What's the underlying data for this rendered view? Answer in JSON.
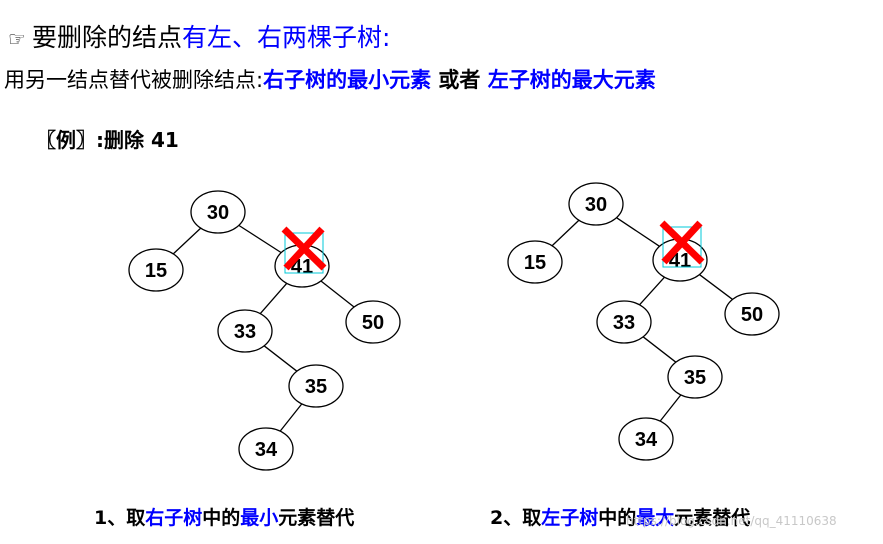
{
  "heading": {
    "pointer_icon": "☞",
    "black": "要删除的结点",
    "blue": "有左、右两棵子树:"
  },
  "subline": {
    "prefix": "用另一结点替代被删除结点:",
    "option1": "右子树的最小元素",
    "middle": " 或者 ",
    "option2": "左子树的最大元素"
  },
  "example": {
    "label": "〖例〗:删除 41"
  },
  "trees": [
    {
      "nodes": [
        {
          "id": "n30",
          "label": "30"
        },
        {
          "id": "n15",
          "label": "15"
        },
        {
          "id": "n41",
          "label": "41",
          "deleted": true
        },
        {
          "id": "n33",
          "label": "33"
        },
        {
          "id": "n50",
          "label": "50"
        },
        {
          "id": "n35",
          "label": "35"
        },
        {
          "id": "n34",
          "label": "34"
        }
      ],
      "edges": [
        [
          "n30",
          "n15"
        ],
        [
          "n30",
          "n41"
        ],
        [
          "n41",
          "n33"
        ],
        [
          "n41",
          "n50"
        ],
        [
          "n33",
          "n35"
        ],
        [
          "n35",
          "n34"
        ]
      ]
    },
    {
      "nodes": [
        {
          "id": "n30",
          "label": "30"
        },
        {
          "id": "n15",
          "label": "15"
        },
        {
          "id": "n41",
          "label": "41",
          "deleted": true
        },
        {
          "id": "n33",
          "label": "33"
        },
        {
          "id": "n50",
          "label": "50"
        },
        {
          "id": "n35",
          "label": "35"
        },
        {
          "id": "n34",
          "label": "34"
        }
      ],
      "edges": [
        [
          "n30",
          "n15"
        ],
        [
          "n30",
          "n41"
        ],
        [
          "n41",
          "n33"
        ],
        [
          "n41",
          "n50"
        ],
        [
          "n33",
          "n35"
        ],
        [
          "n35",
          "n34"
        ]
      ]
    }
  ],
  "captions": [
    {
      "p1": "1、取",
      "b1": "右子树",
      "p2": "中的",
      "b2": "最小",
      "p3": "元素替代"
    },
    {
      "p1": "2、取",
      "b1": "左子树",
      "p2": "中的",
      "b2": "最大",
      "p3": "元素替代"
    }
  ],
  "colors": {
    "accent_blue": "#0000ff",
    "cross_red": "#ff0000",
    "highlight_cyan": "#00c8d8"
  },
  "watermark": "https://blog.csdn.net/qq_41110638"
}
